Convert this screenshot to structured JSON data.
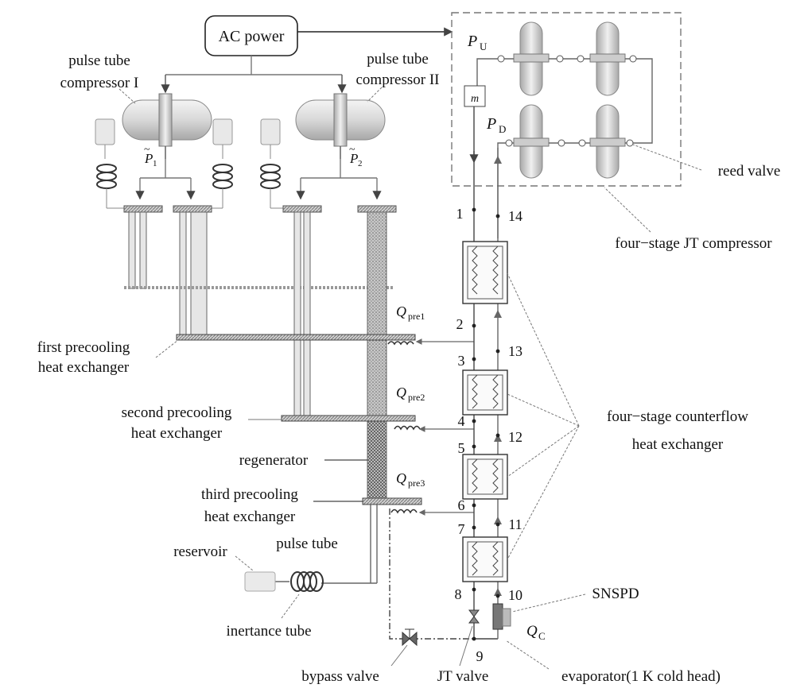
{
  "labels": {
    "ac_power": "AC power",
    "ptc1": [
      "pulse tube",
      "compressor I"
    ],
    "ptc2": [
      "pulse tube",
      "compressor II"
    ],
    "p1": "P",
    "p1_sub": "1",
    "p2": "P",
    "p2_sub": "2",
    "pu": "P",
    "pu_sub": "U",
    "pd": "P",
    "pd_sub": "D",
    "m": "m",
    "reed_valve": "reed valve",
    "jt_compressor": "four−stage JT compressor",
    "first_hx": [
      "first precooling",
      "heat exchanger"
    ],
    "second_hx": [
      "second precooling",
      "heat exchanger"
    ],
    "regenerator": "regenerator",
    "third_hx": [
      "third precooling",
      "heat exchanger"
    ],
    "reservoir": "reservoir",
    "pulse_tube": "pulse tube",
    "inertance_tube": "inertance tube",
    "bypass_valve": "bypass valve",
    "jt_valve": "JT valve",
    "evaporator": "evaporator(1 K cold head)",
    "snspd": "SNSPD",
    "qc": "Q",
    "qc_sub": "C",
    "qpre1": "Q",
    "qpre1_sub": "pre1",
    "qpre2": "Q",
    "qpre2_sub": "pre2",
    "qpre3": "Q",
    "qpre3_sub": "pre3",
    "counterflow": [
      "four−stage counterflow",
      "heat exchanger"
    ]
  },
  "points": [
    "1",
    "2",
    "3",
    "4",
    "5",
    "6",
    "7",
    "8",
    "9",
    "10",
    "11",
    "12",
    "13",
    "14"
  ]
}
